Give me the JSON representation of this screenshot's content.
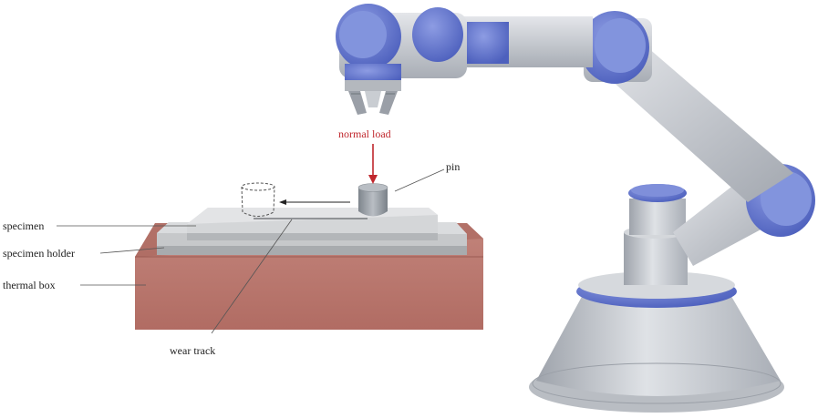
{
  "labels": {
    "normal_load": "normal load",
    "pin": "pin",
    "specimen": "specimen",
    "specimen_holder": "specimen holder",
    "thermal_box": "thermal box",
    "wear_track": "wear track"
  },
  "colors": {
    "robot_grey": "#c9cdd4",
    "robot_grey_dark": "#a4a9b2",
    "robot_blue": "#6c7fd4",
    "robot_blue_dark": "#4b5fb8",
    "thermal_box": "#b9766e",
    "specimen_holder": "#c4c6c8",
    "specimen": "#d2d4d6",
    "load_arrow": "#c0272d"
  }
}
